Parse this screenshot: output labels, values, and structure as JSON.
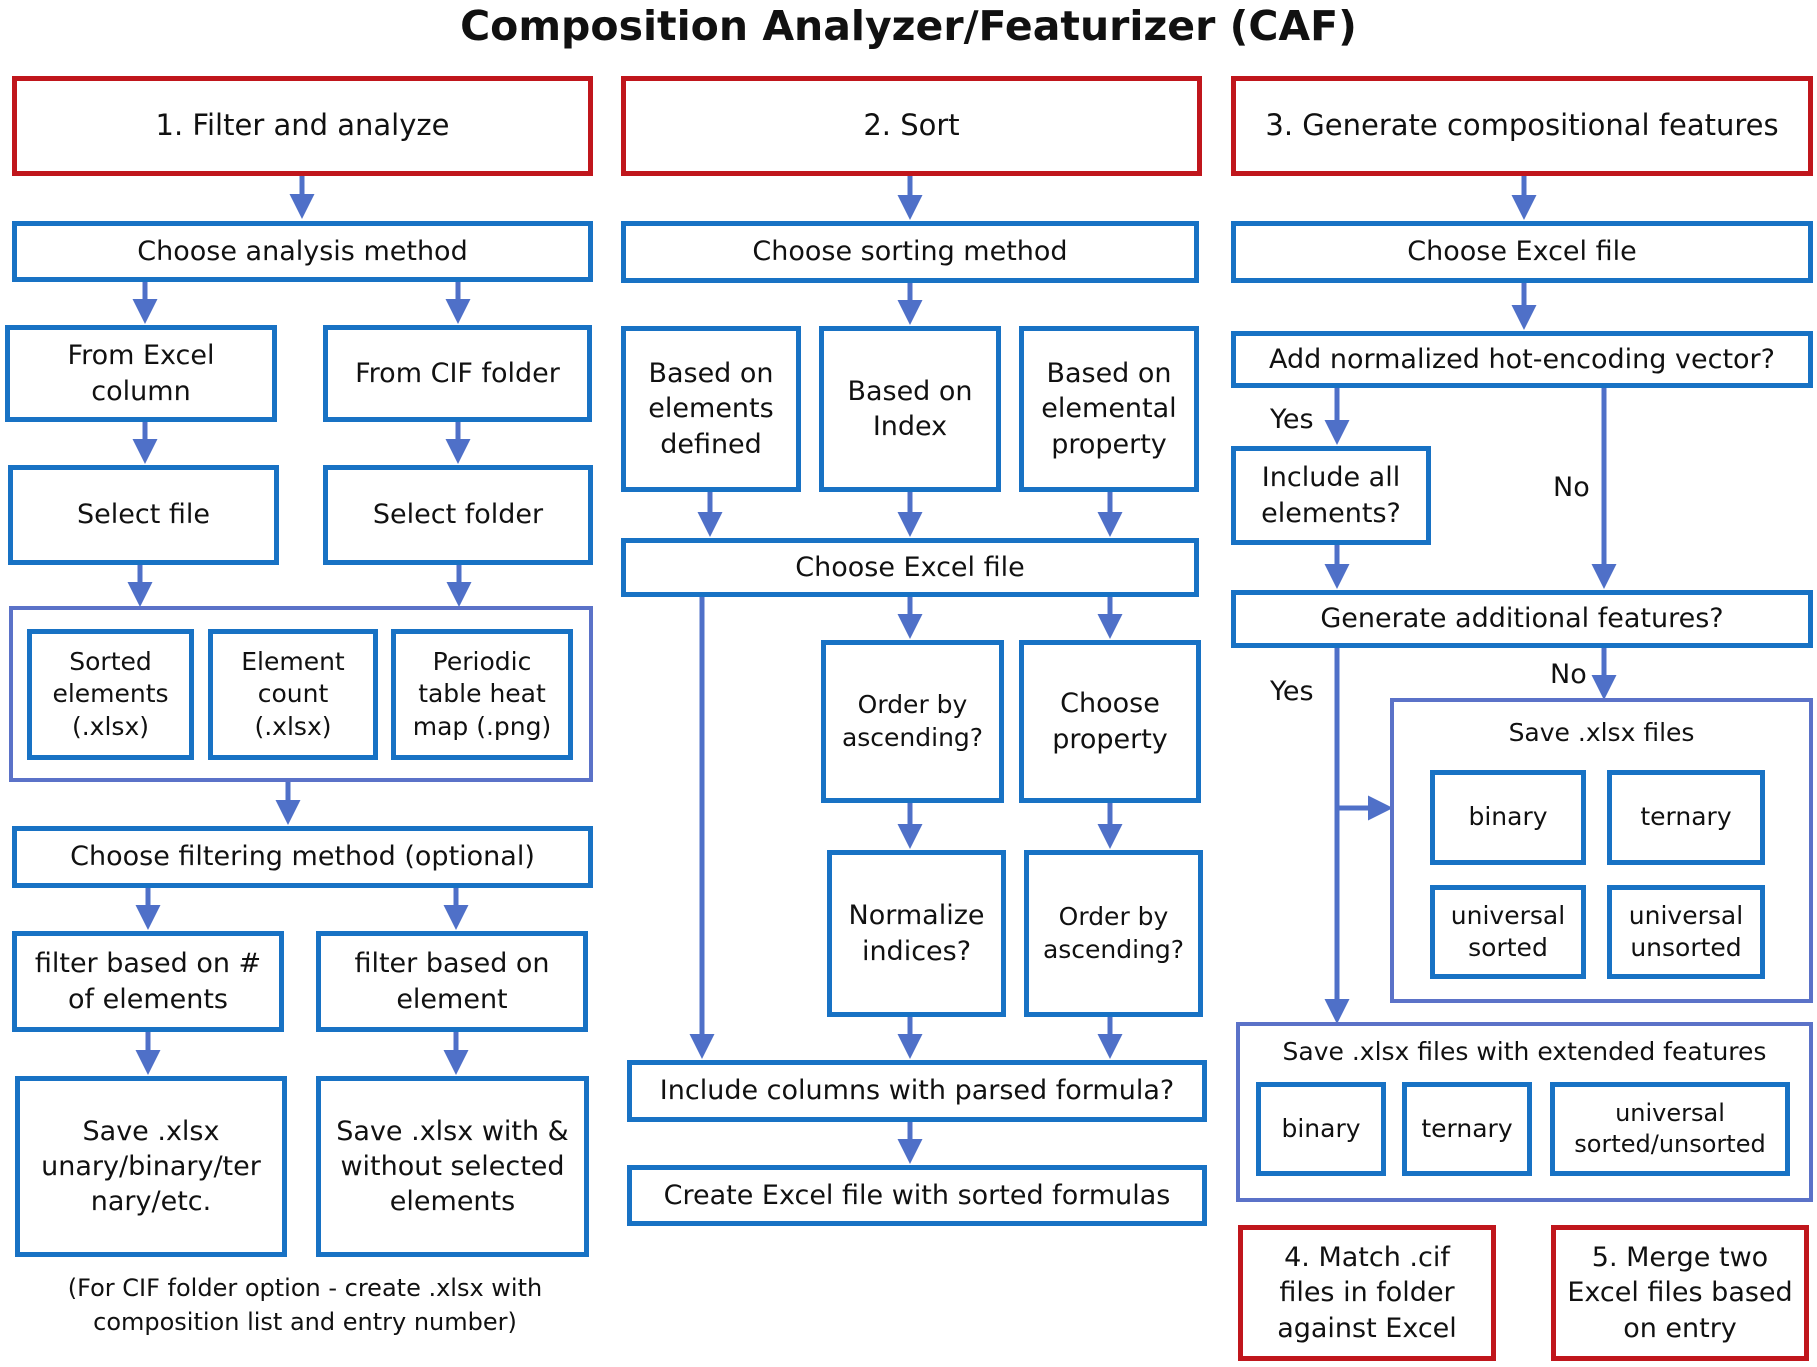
{
  "title": "Composition Analyzer/Featurizer (CAF)",
  "colors": {
    "stage_border": "#c0161c",
    "step_border": "#1872c4",
    "group_border": "#5b72c8",
    "arrow": "#4f70c8"
  },
  "col1": {
    "header": "1. Filter and analyze",
    "choose": "Choose analysis method",
    "from_excel": "From Excel\ncolumn",
    "from_cif": "From CIF folder",
    "select_file": "Select file",
    "select_folder": "Select folder",
    "out_sorted": "Sorted\nelements\n(.xlsx)",
    "out_count": "Element\ncount\n(.xlsx)",
    "out_heatmap": "Periodic\ntable heat\nmap (.png)",
    "choose_filter": "Choose filtering method (optional)",
    "filter_num": "filter based on #\nof elements",
    "filter_elem": "filter based on\nelement",
    "save_unary": "Save .xlsx\nunary/binary/ter\nnary/etc.",
    "save_with": "Save .xlsx with &\nwithout selected\nelements",
    "note": "(For CIF folder option - create .xlsx with\ncomposition list and entry number)"
  },
  "col2": {
    "header": "2. Sort",
    "choose": "Choose sorting method",
    "based_elements": "Based on\nelements\ndefined",
    "based_index": "Based on\nIndex",
    "based_property": "Based on\nelemental\nproperty",
    "choose_excel": "Choose Excel file",
    "order_asc1": "Order by\nascending?",
    "choose_property": "Choose\nproperty",
    "normalize": "Normalize\nindices?",
    "order_asc2": "Order by\nascending?",
    "include_cols": "Include columns with parsed formula?",
    "create_excel": "Create Excel file with sorted formulas"
  },
  "col3": {
    "header": "3. Generate compositional features",
    "choose_excel": "Choose Excel file",
    "add_vector": "Add normalized hot-encoding vector?",
    "yes1": "Yes",
    "no1": "No",
    "include_all": "Include all\nelements?",
    "gen_additional": "Generate additional features?",
    "yes2": "Yes",
    "no2": "No",
    "save_files_caption": "Save .xlsx files",
    "binary": "binary",
    "ternary": "ternary",
    "univ_sorted": "universal\nsorted",
    "univ_unsorted": "universal\nunsorted",
    "save_ext_caption": "Save .xlsx files with extended features",
    "ext_binary": "binary",
    "ext_ternary": "ternary",
    "ext_universal": "universal\nsorted/unsorted"
  },
  "stage4": "4. Match .cif\nfiles in  folder\nagainst Excel",
  "stage5": "5. Merge two\nExcel files based\non entry"
}
